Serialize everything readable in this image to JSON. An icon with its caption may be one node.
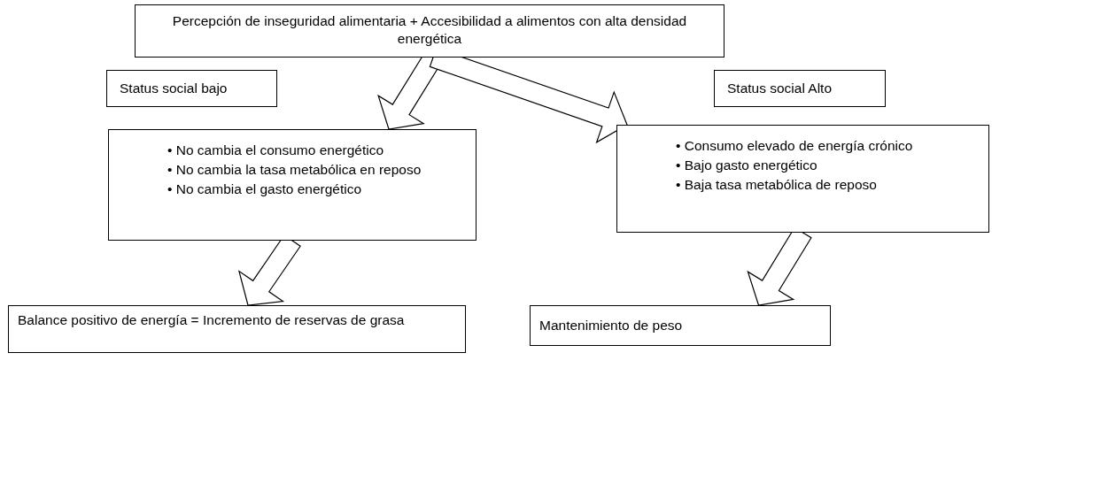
{
  "diagram": {
    "nodes": [
      {
        "text": [
          "Percepción de inseguridad alimentaria + Accesibilidad a alimentos con alta densidad energética"
        ]
      },
      {
        "text": [
          "Status social bajo"
        ]
      },
      {
        "text": [
          "Status social Alto"
        ]
      },
      {
        "text": [
          "• No cambia el consumo energético",
          "• No cambia la tasa metabólica en reposo",
          "• No cambia el gasto energético"
        ]
      },
      {
        "text": [
          "• Consumo elevado de energía crónico",
          "• Bajo gasto energético",
          "• Baja tasa metabólica de reposo"
        ]
      },
      {
        "text": [
          "Balance positivo de energía = Incremento de reservas de grasa"
        ]
      },
      {
        "text": [
          "Mantenimiento de peso"
        ]
      }
    ],
    "edges": [
      {
        "from": 0,
        "to": 3,
        "arrow": "to"
      },
      {
        "from": 0,
        "to": 4,
        "arrow": "to"
      },
      {
        "from": 3,
        "to": 5,
        "arrow": "to"
      },
      {
        "from": 4,
        "to": 6,
        "arrow": "to"
      }
    ]
  }
}
